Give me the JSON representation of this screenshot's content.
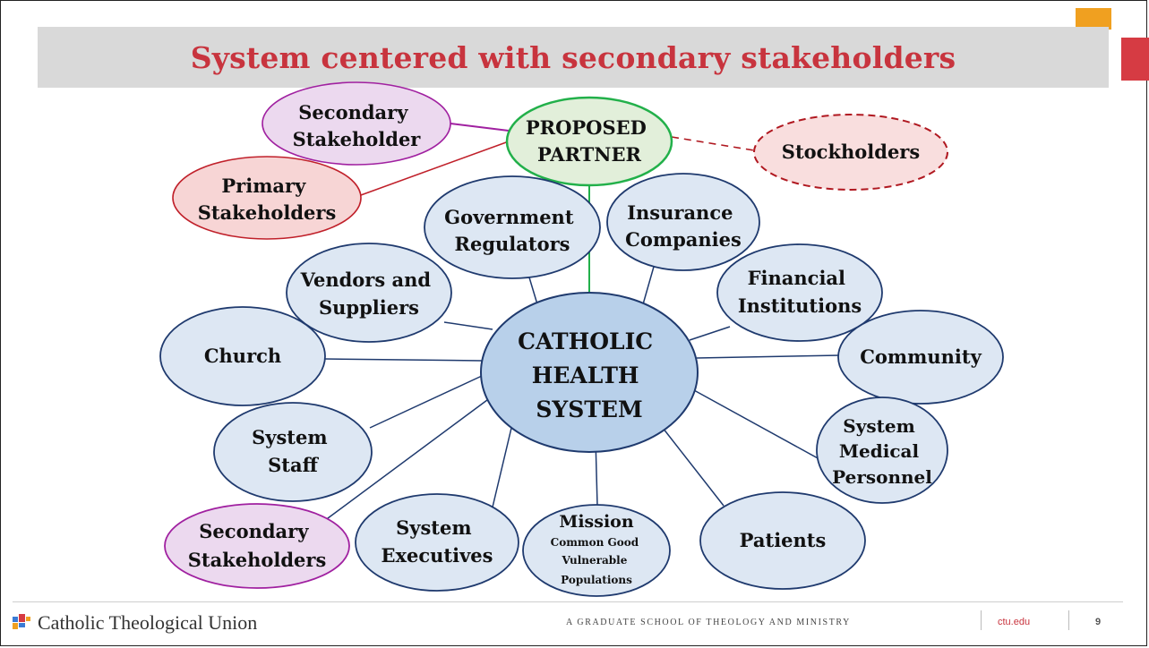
{
  "title": "System centered with secondary stakeholders",
  "colors": {
    "title_text": "#c8343e",
    "title_bar": "#d9d9d9",
    "accent_orange": "#f0a020",
    "accent_red": "#d63b43",
    "node_fill": "#dde7f3",
    "node_stroke": "#1f3a6e",
    "center_fill": "#b8d0ea",
    "secondary_fill": "#ecd9ef",
    "secondary_stroke": "#a020a0",
    "primary_fill": "#f7d5d5",
    "primary_stroke": "#c0202a",
    "partner_fill": "#e2efda",
    "partner_stroke": "#22b04a",
    "stockholder_fill": "#f9dede",
    "stockholder_stroke": "#b01820"
  },
  "diagram": {
    "center": [
      "CATHOLIC",
      "HEALTH",
      "SYSTEM"
    ],
    "proposed_partner": [
      "PROPOSED",
      "PARTNER"
    ],
    "stockholders": [
      "Stockholders"
    ],
    "legend_secondary": [
      "Secondary",
      "Stakeholder"
    ],
    "legend_primary": [
      "Primary",
      "Stakeholders"
    ],
    "government": [
      "Government",
      "Regulators"
    ],
    "insurance": [
      "Insurance",
      "Companies"
    ],
    "vendors": [
      "Vendors and",
      "Suppliers"
    ],
    "financial": [
      "Financial",
      "Institutions"
    ],
    "church": [
      "Church"
    ],
    "community": [
      "Community"
    ],
    "system_staff": [
      "System",
      "Staff"
    ],
    "medical": [
      "System",
      "Medical",
      "Personnel"
    ],
    "secondary_bottom": [
      "Secondary",
      "Stakeholders"
    ],
    "executives": [
      "System",
      "Executives"
    ],
    "mission_title": "Mission",
    "mission_sub": [
      "Common Good",
      "Vulnerable",
      "Populations"
    ],
    "patients": [
      "Patients"
    ]
  },
  "footer": {
    "logo_icon": "ctu-logo-icon",
    "brand": "Catholic Theological Union",
    "tagline": "A GRADUATE SCHOOL OF THEOLOGY AND MINISTRY",
    "site": "ctu.edu",
    "page": "9"
  }
}
